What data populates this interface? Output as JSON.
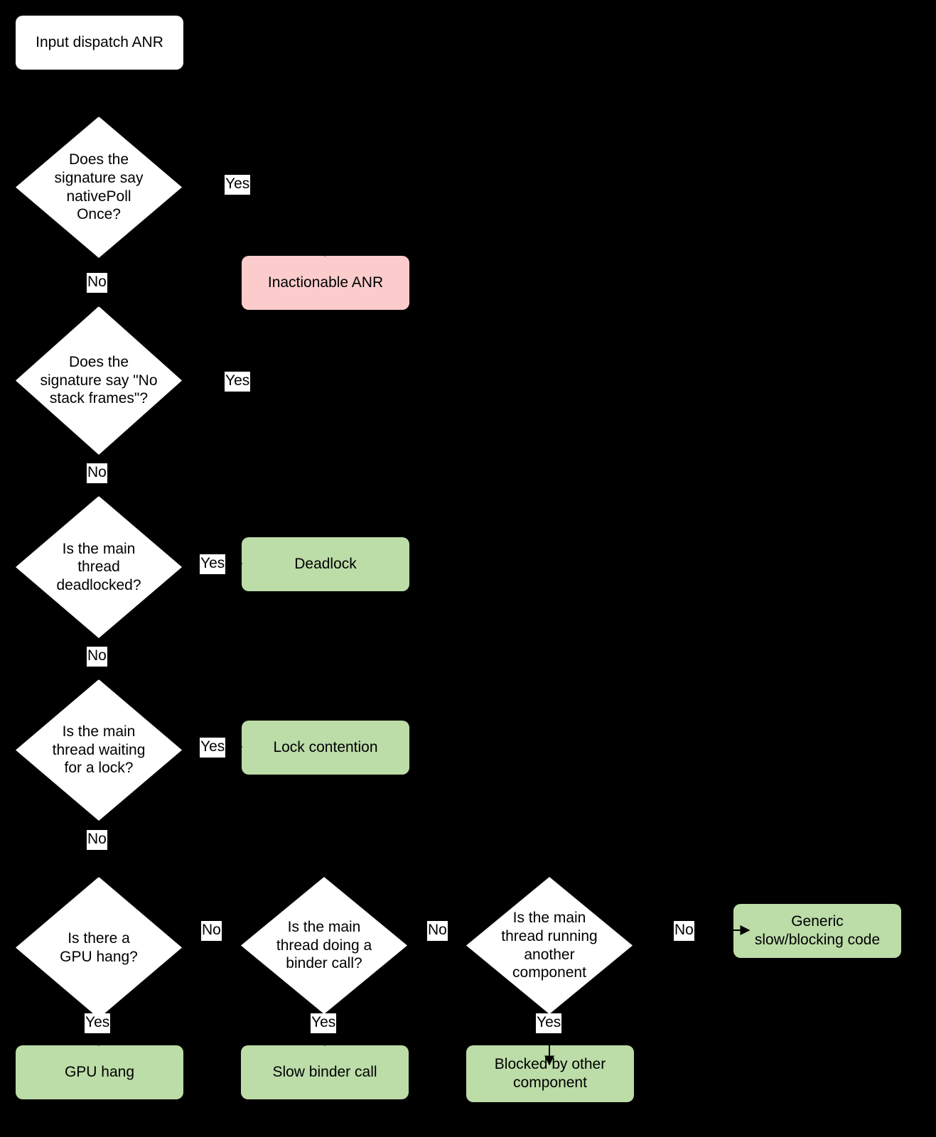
{
  "diagram": {
    "title": "Input dispatch ANR triage flowchart",
    "background_color": "#000000",
    "palette": {
      "start_fill": "#ffffff",
      "decision_fill": "#ffffff",
      "inactionable_fill": "#fccccc",
      "outcome_fill": "#bcdca8",
      "text_color": "#000000",
      "edge_color": "#000000",
      "edge_label_fill": "#ffffff"
    },
    "nodes": {
      "start": {
        "label": "Input dispatch ANR",
        "shape": "rounded-rect",
        "fill": "#ffffff"
      },
      "q_nativepollonce": {
        "label": "Does the\nsignature say\nnativePoll\nOnce?",
        "shape": "diamond",
        "fill": "#ffffff"
      },
      "q_nostackframes": {
        "label": "Does the\nsignature say \"No\nstack frames\"?",
        "shape": "diamond",
        "fill": "#ffffff"
      },
      "q_deadlocked": {
        "label": "Is the main\nthread\ndeadlocked?",
        "shape": "diamond",
        "fill": "#ffffff"
      },
      "q_waiting_lock": {
        "label": "Is the main\nthread waiting\nfor a lock?",
        "shape": "diamond",
        "fill": "#ffffff"
      },
      "q_gpu_hang": {
        "label": "Is there a\nGPU hang?",
        "shape": "diamond",
        "fill": "#ffffff"
      },
      "q_binder_call": {
        "label": "Is the main\nthread doing a\nbinder call?",
        "shape": "diamond",
        "fill": "#ffffff"
      },
      "q_other_component": {
        "label": "Is the main\nthread running\nanother\ncomponent",
        "shape": "diamond",
        "fill": "#ffffff"
      },
      "out_inactionable": {
        "label": "Inactionable ANR",
        "shape": "rounded-rect",
        "fill": "#fccccc"
      },
      "out_deadlock": {
        "label": "Deadlock",
        "shape": "rounded-rect",
        "fill": "#bcdca8"
      },
      "out_lock_contention": {
        "label": "Lock contention",
        "shape": "rounded-rect",
        "fill": "#bcdca8"
      },
      "out_gpu_hang": {
        "label": "GPU hang",
        "shape": "rounded-rect",
        "fill": "#bcdca8"
      },
      "out_slow_binder": {
        "label": "Slow binder call",
        "shape": "rounded-rect",
        "fill": "#bcdca8"
      },
      "out_blocked_other": {
        "label": "Blocked by other\ncomponent",
        "shape": "rounded-rect",
        "fill": "#bcdca8"
      },
      "out_generic_slow": {
        "label": "Generic\nslow/blocking code",
        "shape": "rounded-rect",
        "fill": "#bcdca8"
      }
    },
    "edge_labels": {
      "nativepollonce_yes": "Yes",
      "nativepollonce_no": "No",
      "nostackframes_yes": "Yes",
      "nostackframes_no": "No",
      "deadlocked_yes": "Yes",
      "deadlocked_no": "No",
      "waiting_lock_yes": "Yes",
      "waiting_lock_no": "No",
      "gpu_hang_no": "No",
      "gpu_hang_yes": "Yes",
      "binder_call_no": "No",
      "binder_call_yes": "Yes",
      "other_component_no": "No",
      "other_component_yes": "Yes",
      "generic_no": "No"
    }
  }
}
